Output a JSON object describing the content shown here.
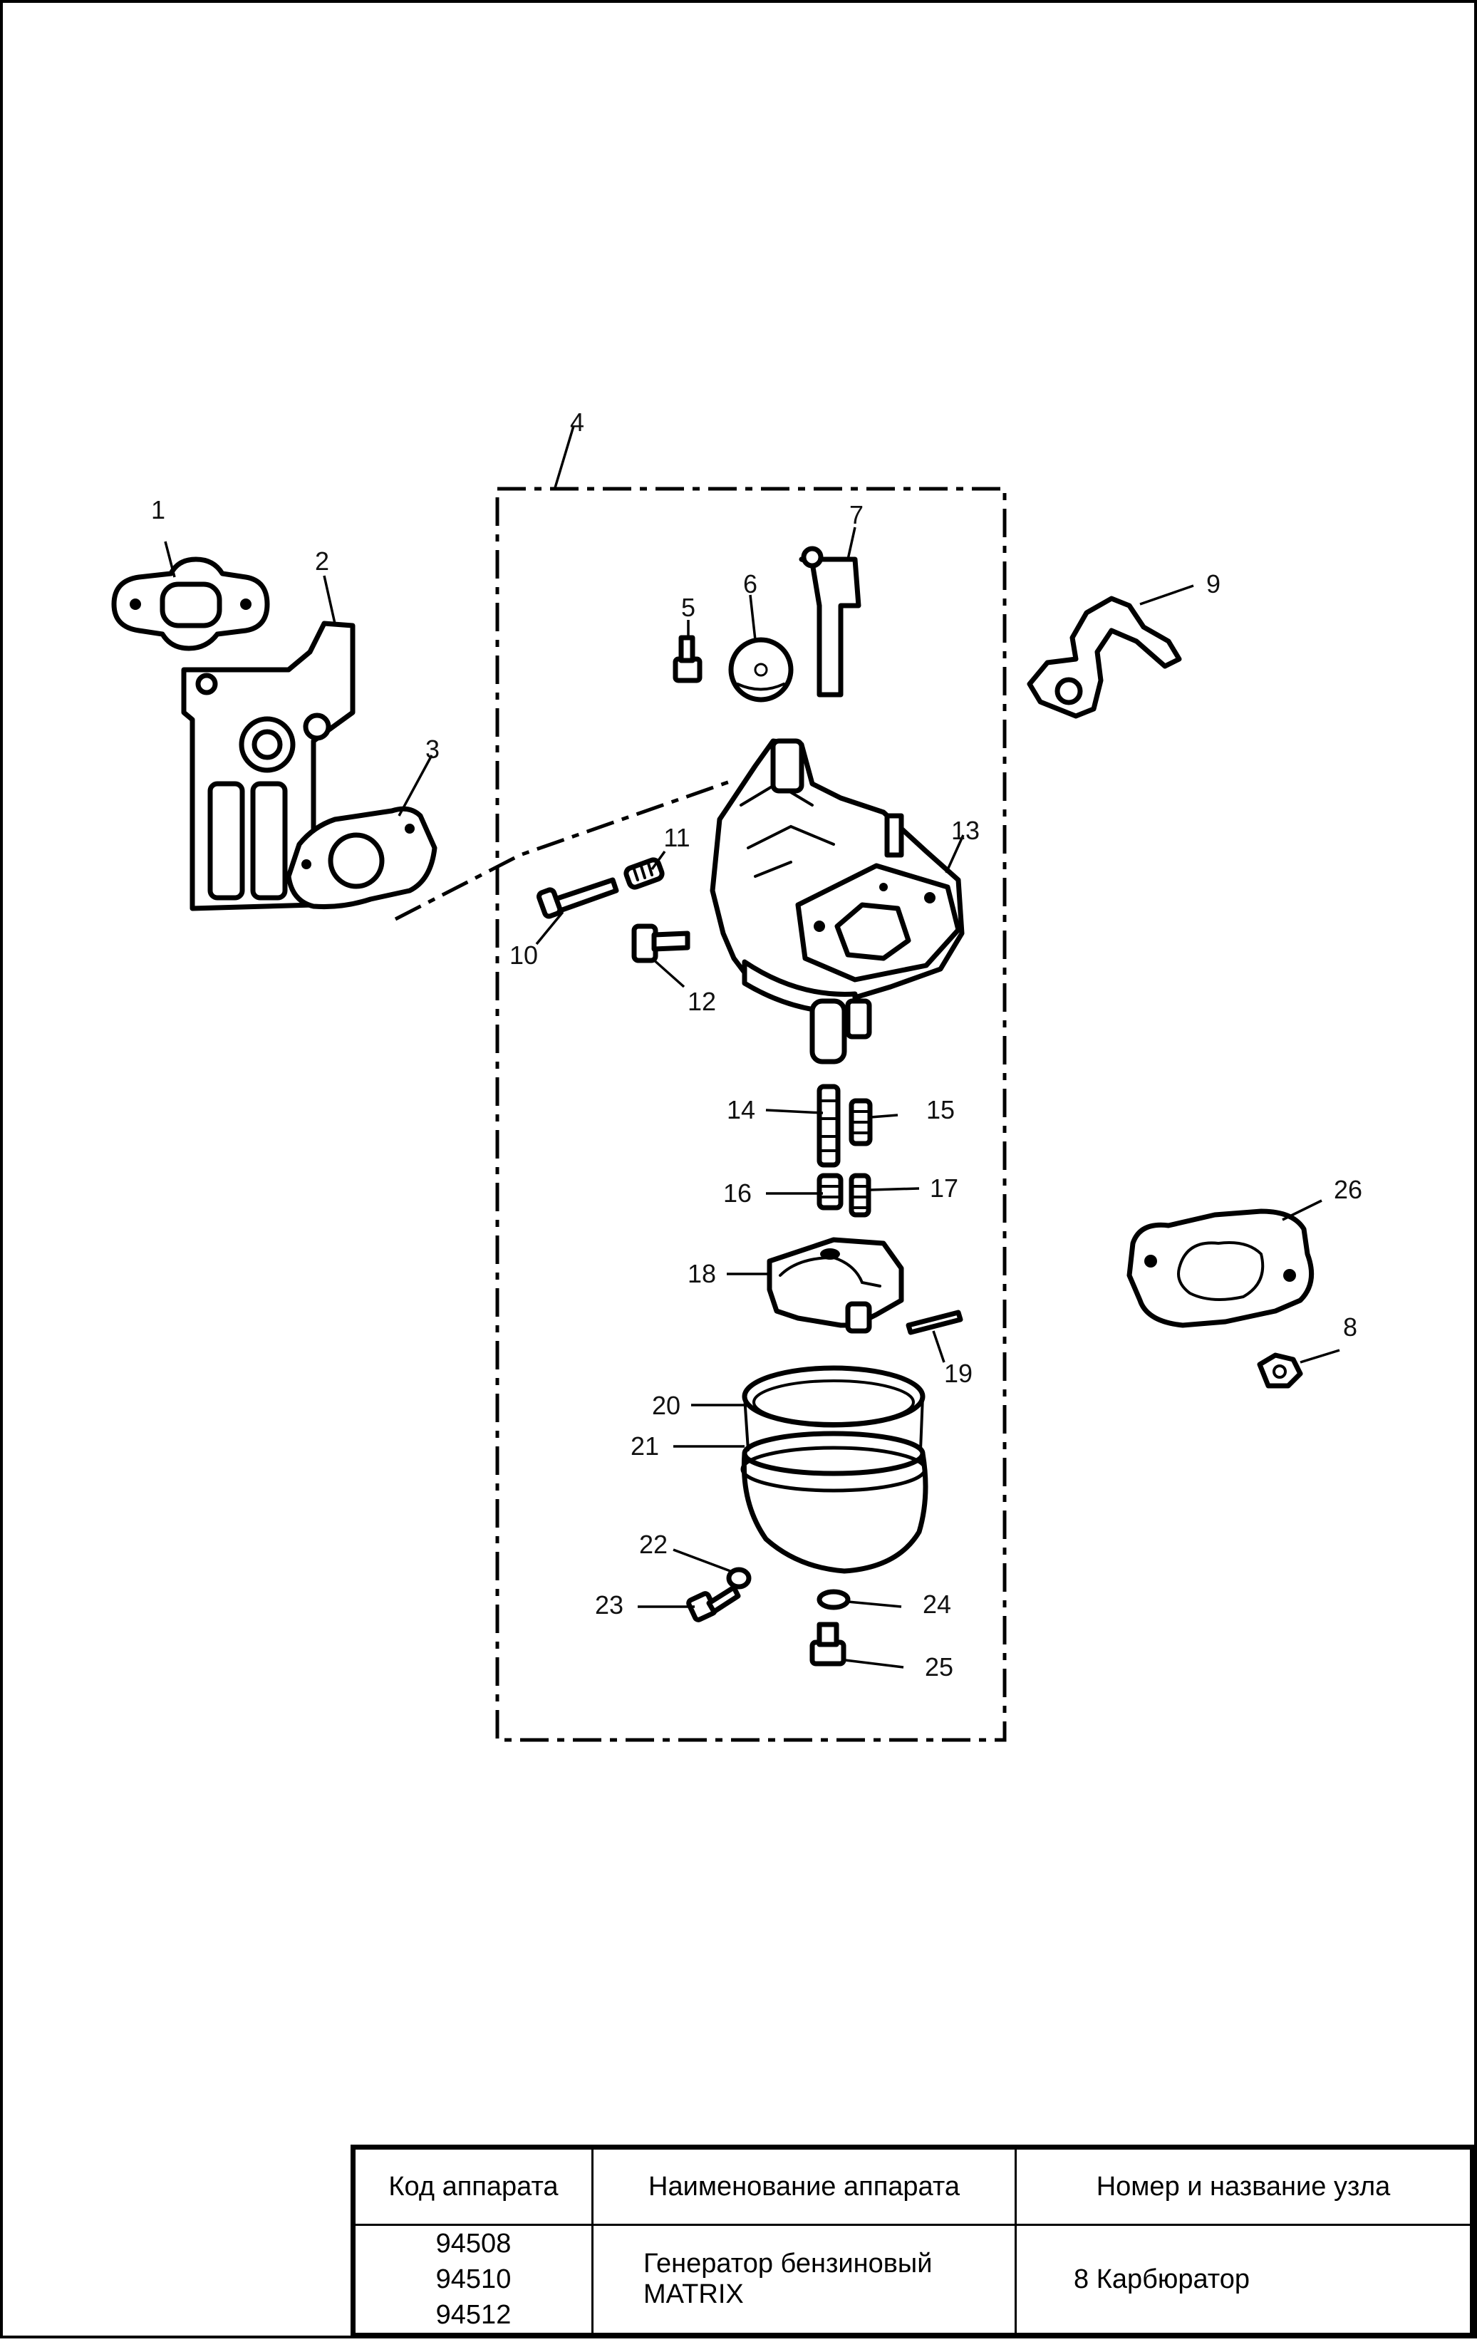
{
  "diagram": {
    "callouts": [
      "1",
      "2",
      "3",
      "4",
      "5",
      "6",
      "7",
      "8",
      "9",
      "10",
      "11",
      "12",
      "13",
      "14",
      "15",
      "16",
      "17",
      "18",
      "19",
      "20",
      "21",
      "22",
      "23",
      "24",
      "25",
      "26"
    ]
  },
  "title_block": {
    "headers": {
      "code": "Код аппарата",
      "name": "Наименование аппарата",
      "assembly": "Номер и название узла"
    },
    "codes": [
      "94508",
      "94510",
      "94512"
    ],
    "device_name_line1": "Генератор бензиновый",
    "device_name_line2": "MATRIX",
    "assembly_name": "8 Карбюратор"
  }
}
